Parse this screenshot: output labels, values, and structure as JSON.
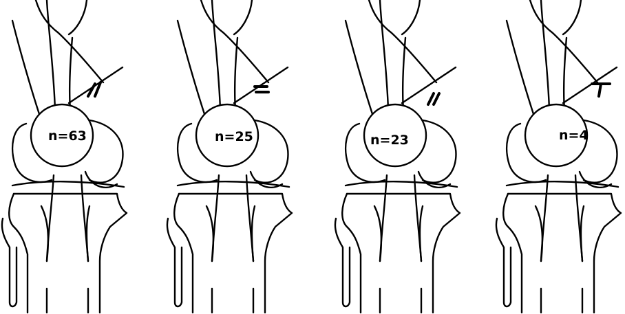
{
  "panels": [
    {
      "id": "knee-1",
      "count_label": "n=63",
      "pin_marks": 2
    },
    {
      "id": "knee-2",
      "count_label": "n=25",
      "pin_marks": 2
    },
    {
      "id": "knee-3",
      "count_label": "n=23",
      "pin_marks": 2
    },
    {
      "id": "knee-4",
      "count_label": "n=4",
      "pin_marks": 1
    }
  ],
  "colors": {
    "line": "#000000",
    "background": "#ffffff"
  }
}
